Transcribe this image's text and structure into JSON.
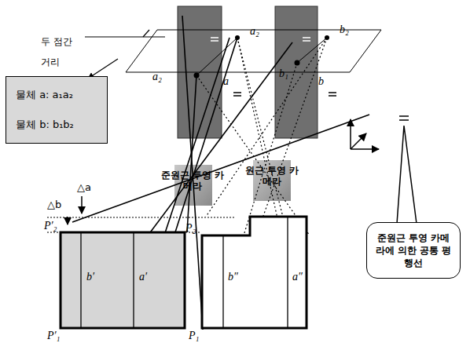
{
  "diagram": {
    "nodes": [
      {
        "text": [
          "물체 a: a₁a₂",
          "물체 b: b₁b₂"
        ]
      },
      {
        "text": [
          "준원근 투영 카메라"
        ]
      },
      {
        "text": [
          "원근 투영 카메라"
        ]
      },
      {
        "text": [
          "준원근 투영 카메라에 의한 공통 평행선"
        ]
      }
    ],
    "labels": [
      "두 점간 거리",
      "a₂",
      "a₂",
      "a",
      "b₁",
      "b",
      "b₂",
      "△a",
      "△b",
      "P′₂",
      "P′₁",
      "b′",
      "a′",
      "P₂",
      "P₁",
      "b″",
      "a″"
    ]
  }
}
